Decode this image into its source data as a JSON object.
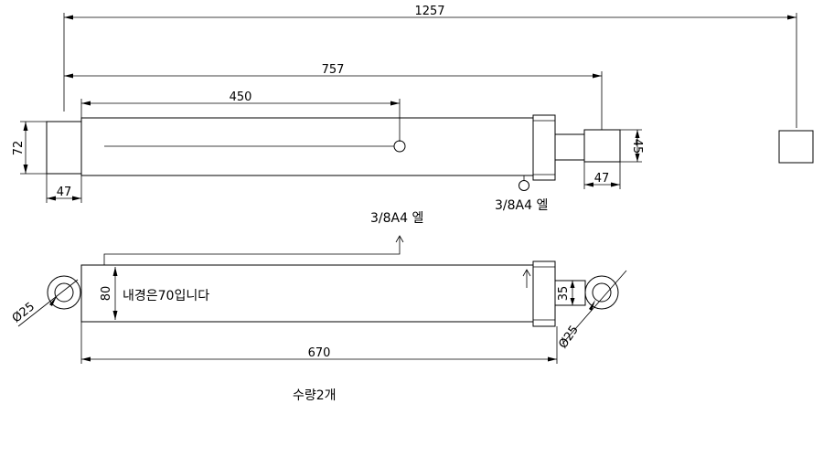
{
  "top_view": {
    "dim_overall": "1257",
    "dim_length": "757",
    "dim_port_spacing": "450",
    "dim_cap_height": "72",
    "dim_cap_width": "47",
    "dim_rod_end_height": "45",
    "dim_rod_end_width": "47",
    "port_note": "3/8A4 엘"
  },
  "bottom_view": {
    "port_note": "3/8A4 엘",
    "dim_bore": "80",
    "bore_note": "내경은70입니다",
    "dim_rod": "35",
    "dim_pin_left": "Ø25",
    "dim_pin_right": "Ø25",
    "dim_length": "670"
  },
  "quantity_note": "수량2개"
}
